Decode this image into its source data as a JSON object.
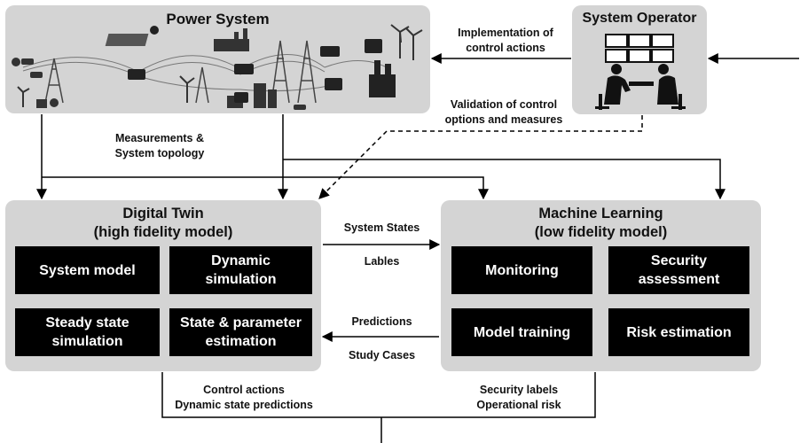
{
  "power_system": {
    "title": "Power System"
  },
  "system_operator": {
    "title": "System Operator"
  },
  "digital_twin": {
    "title": "Digital Twin\n(high fidelity model)",
    "tiles": [
      "System model",
      "Dynamic\nsimulation",
      "Steady state\nsimulation",
      "State & parameter\nestimation"
    ]
  },
  "machine_learning": {
    "title": "Machine Learning\n(low fidelity model)",
    "tiles": [
      "Monitoring",
      "Security\nassessment",
      "Model training",
      "Risk estimation"
    ]
  },
  "labels": {
    "implementation": "Implementation of\ncontrol actions",
    "validation": "Validation of control\noptions and measures",
    "measurements": "Measurements &\nSystem topology",
    "system_states": "System States",
    "lables": "Lables",
    "predictions": "Predictions",
    "study_cases": "Study Cases",
    "control_actions": "Control actions\nDynamic state predictions",
    "security_labels": "Security labels\nOperational risk"
  },
  "colors": {
    "panel": "#d4d4d4",
    "tile": "#000000",
    "arrow": "#000000"
  }
}
